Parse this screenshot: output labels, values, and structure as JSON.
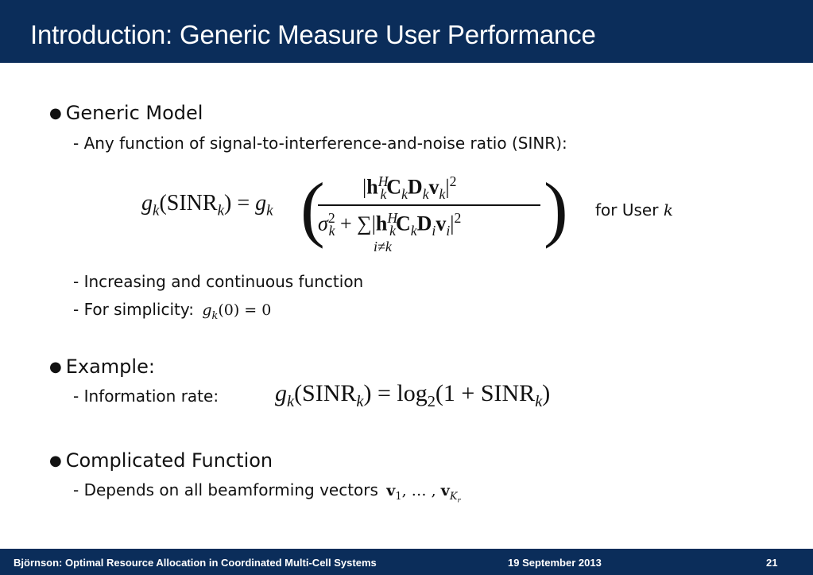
{
  "slide": {
    "title": "Introduction: Generic Measure User Performance",
    "bullet_generic_model": "Generic Model",
    "sub_any_function": "- Any function of signal-to-interference-and-noise ratio (SINR):",
    "for_user_label": "for User",
    "sub_increasing": "- Increasing and continuous function",
    "sub_simplicity_label": "- For simplicity:",
    "bullet_example": "Example:",
    "sub_information_rate": "- Information rate:",
    "bullet_complicated": "Complicated Function",
    "sub_depends": "- Depends on all beamforming vectors"
  },
  "footer": {
    "left": "Björnson: Optimal Resource Allocation in Coordinated Multi-Cell Systems",
    "date": "19 September 2013",
    "page": "21"
  }
}
